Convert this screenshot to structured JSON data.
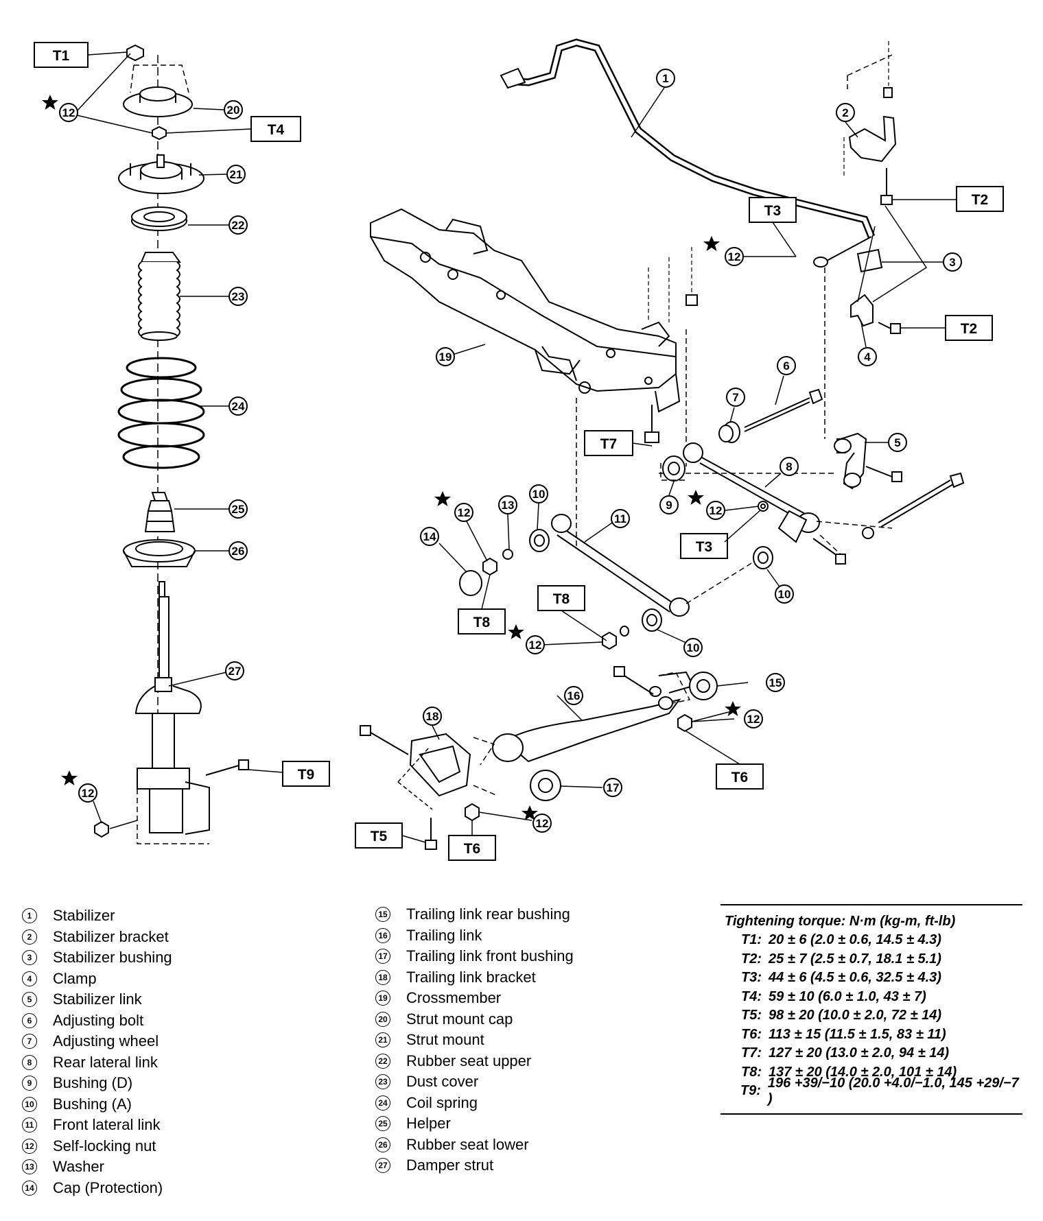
{
  "diagram_labels": {
    "torque_tags": [
      "T1",
      "T2",
      "T3",
      "T4",
      "T5",
      "T6",
      "T7",
      "T8",
      "T9"
    ],
    "part_numbers": [
      "1",
      "2",
      "3",
      "4",
      "5",
      "6",
      "7",
      "8",
      "9",
      "10",
      "11",
      "12",
      "13",
      "14",
      "15",
      "16",
      "17",
      "18",
      "19",
      "20",
      "21",
      "22",
      "23",
      "24",
      "25",
      "26",
      "27"
    ]
  },
  "legend": {
    "left": [
      {
        "num": "1",
        "label": "Stabilizer"
      },
      {
        "num": "2",
        "label": "Stabilizer bracket"
      },
      {
        "num": "3",
        "label": "Stabilizer bushing"
      },
      {
        "num": "4",
        "label": "Clamp"
      },
      {
        "num": "5",
        "label": "Stabilizer link"
      },
      {
        "num": "6",
        "label": "Adjusting bolt"
      },
      {
        "num": "7",
        "label": "Adjusting wheel"
      },
      {
        "num": "8",
        "label": "Rear lateral link"
      },
      {
        "num": "9",
        "label": "Bushing (D)"
      },
      {
        "num": "10",
        "label": "Bushing (A)"
      },
      {
        "num": "11",
        "label": "Front lateral link"
      },
      {
        "num": "12",
        "label": "Self-locking nut"
      },
      {
        "num": "13",
        "label": "Washer"
      },
      {
        "num": "14",
        "label": "Cap (Protection)"
      }
    ],
    "right": [
      {
        "num": "15",
        "label": "Trailing link rear bushing"
      },
      {
        "num": "16",
        "label": "Trailing link"
      },
      {
        "num": "17",
        "label": "Trailing link front bushing"
      },
      {
        "num": "18",
        "label": "Trailing link bracket"
      },
      {
        "num": "19",
        "label": "Crossmember"
      },
      {
        "num": "20",
        "label": "Strut mount cap"
      },
      {
        "num": "21",
        "label": "Strut mount"
      },
      {
        "num": "22",
        "label": "Rubber seat upper"
      },
      {
        "num": "23",
        "label": "Dust cover"
      },
      {
        "num": "24",
        "label": "Coil spring"
      },
      {
        "num": "25",
        "label": "Helper"
      },
      {
        "num": "26",
        "label": "Rubber seat lower"
      },
      {
        "num": "27",
        "label": "Damper strut"
      }
    ]
  },
  "torque": {
    "title": "Tightening torque: N·m (kg-m, ft-lb)",
    "rows": [
      {
        "key": "T1:",
        "value": "20 ± 6 (2.0 ± 0.6, 14.5 ± 4.3)"
      },
      {
        "key": "T2:",
        "value": "25 ± 7 (2.5 ± 0.7, 18.1 ± 5.1)"
      },
      {
        "key": "T3:",
        "value": "44 ± 6 (4.5 ± 0.6, 32.5 ± 4.3)"
      },
      {
        "key": "T4:",
        "value": "59 ± 10 (6.0 ± 1.0, 43 ± 7)"
      },
      {
        "key": "T5:",
        "value": "98 ± 20 (10.0 ± 2.0, 72 ± 14)"
      },
      {
        "key": "T6:",
        "value": "113 ± 15 (11.5 ± 1.5, 83 ± 11)"
      },
      {
        "key": "T7:",
        "value": "127 ± 20 (13.0 ± 2.0, 94 ± 14)"
      },
      {
        "key": "T8:",
        "value": "137 ± 20 (14.0 ± 2.0, 101 ± 14)"
      },
      {
        "key": "T9:",
        "value": "196 +39/−10 (20.0 +4.0/−1.0, 145 +29/−7 )"
      }
    ]
  }
}
